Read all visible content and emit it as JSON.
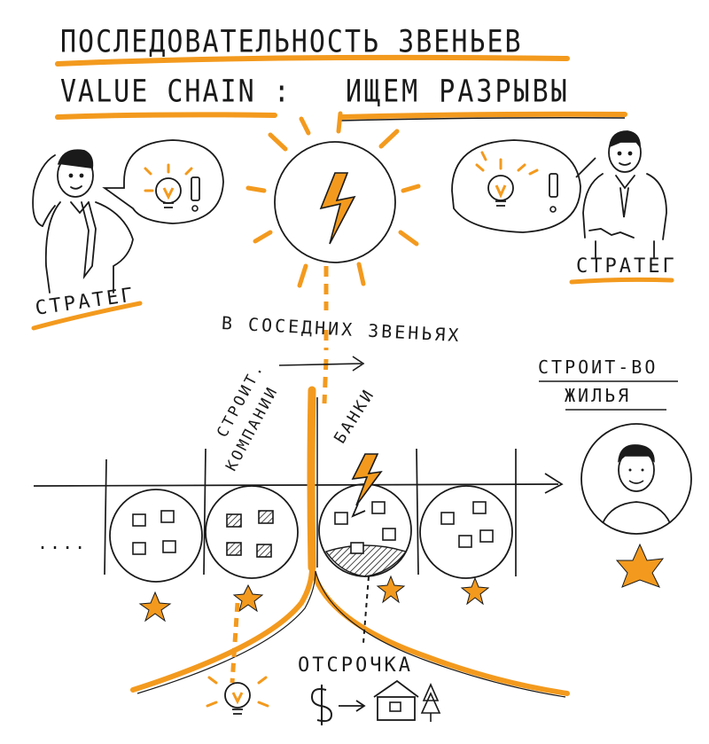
{
  "title": {
    "line1": "ПОСЛЕДОВАТЕЛЬНОСТЬ ЗВЕНЬЕВ",
    "line2_left": "VALUE CHAIN :",
    "line2_right": "ИЩЕМ РАЗРЫВЫ"
  },
  "labels": {
    "strateg_left": "СТРАТЕГ",
    "strateg_right": "СТРАТЕГ",
    "sosed": "В СОСЕДНИХ ЗВЕНЬЯХ",
    "build_line1": "СТРОИТ-ВО",
    "build_line2": "ЖИЛЬЯ",
    "companies_line1": "СТРОИТ.",
    "companies_line2": "КОМПАНИИ",
    "banks": "БАНКИ",
    "ellipsis": "....",
    "otsrochka": "ОТСРОЧКА"
  },
  "colors": {
    "accent": "#f39a1e",
    "ink": "#1a1a1a"
  },
  "icons": [
    "lightbulb-icon",
    "lightning-icon",
    "star-icon",
    "dollar-icon",
    "house-icon",
    "arrow-icon"
  ]
}
